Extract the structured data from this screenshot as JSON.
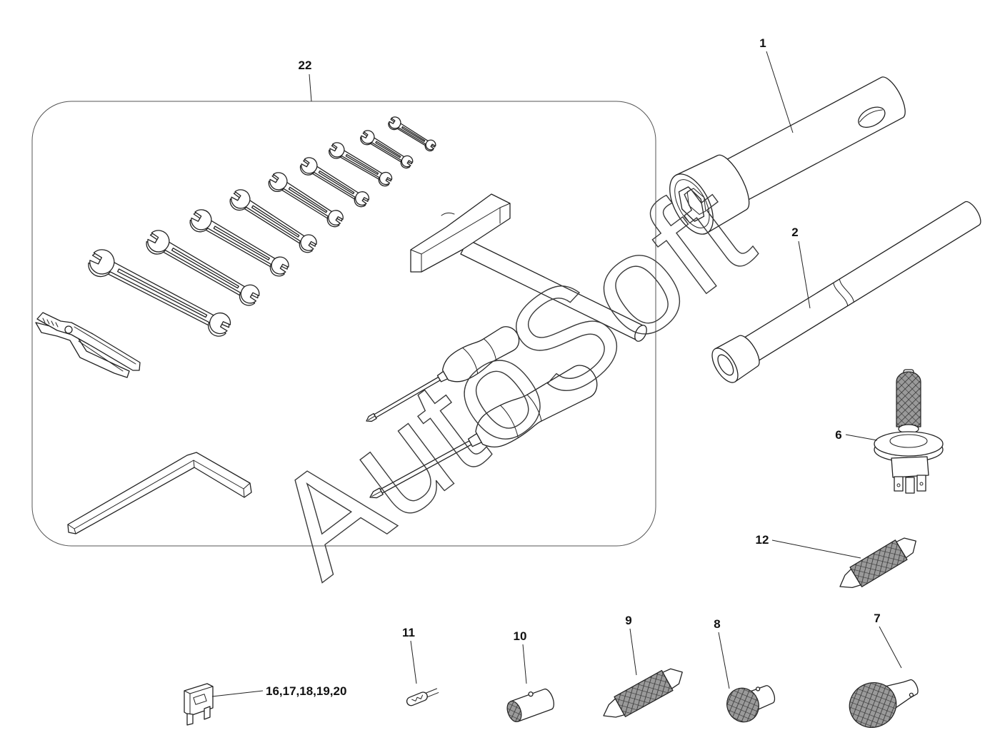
{
  "diagram": {
    "callouts": {
      "tool_kit": "22",
      "socket_tube": "1",
      "bar": "2",
      "bulb_6": "6",
      "bulb_12": "12",
      "bulb_11": "11",
      "bulb_10": "10",
      "bulb_9": "9",
      "bulb_8": "8",
      "bulb_7": "7",
      "fuses": "16,17,18,19,20"
    },
    "watermark": "AutoSoft"
  },
  "colors": {
    "line": "#222222",
    "hatch_fill": "#9a9a9a",
    "background": "#ffffff"
  }
}
